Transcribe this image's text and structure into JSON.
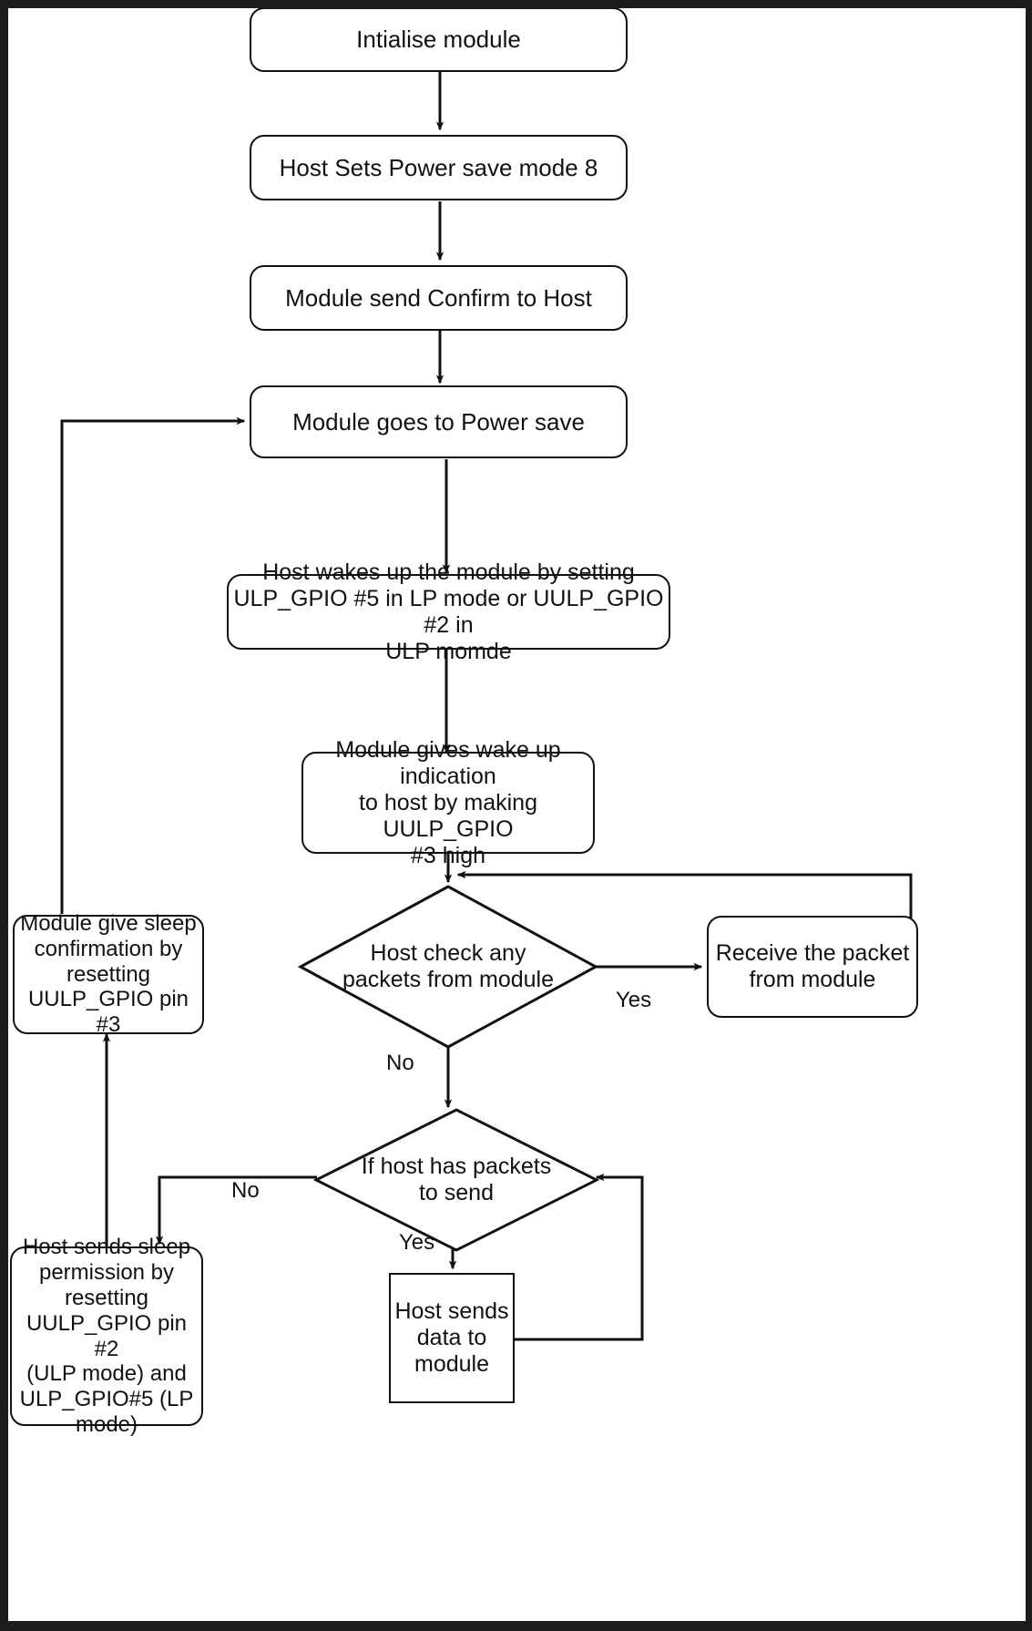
{
  "figure": {
    "type": "flowchart",
    "title": "Host power-save handshake flowchart",
    "background": "#ffffff",
    "stroke_color": "#111111",
    "frame_color": "#1d1d1d"
  },
  "nodes": {
    "initialise_module": {
      "label": "Intialise module",
      "shape": "rounded-rectangle"
    },
    "host_sets_power_save": {
      "label": "Host Sets Power save mode 8",
      "shape": "rounded-rectangle"
    },
    "module_send_confirm": {
      "label": "Module send Confirm to Host",
      "shape": "rounded-rectangle"
    },
    "module_goes_power_save": {
      "label": "Module goes to Power save",
      "shape": "rounded-rectangle"
    },
    "host_wakes_module": {
      "label": "Host wakes up the module by setting\nULP_GPIO #5 in LP mode or UULP_GPIO #2 in\nULP momde",
      "shape": "rounded-rectangle"
    },
    "module_wake_indication": {
      "label": "Module gives wake up indication\nto host by making UULP_GPIO\n#3 high",
      "shape": "rounded-rectangle"
    },
    "decision_host_check_packets": {
      "label": "Host check any\npackets from module",
      "shape": "diamond"
    },
    "receive_packet": {
      "label": "Receive the packet\nfrom module",
      "shape": "rounded-rectangle"
    },
    "decision_host_has_packets": {
      "label": "If host has packets\nto send",
      "shape": "diamond"
    },
    "host_sends_data": {
      "label": "Host sends\ndata to\nmodule",
      "shape": "rectangle"
    },
    "module_sleep_confirmation": {
      "label": "Module give sleep\nconfirmation by\nresetting\nUULP_GPIO pin #3",
      "shape": "rounded-rectangle"
    },
    "host_sends_sleep_permission": {
      "label": "Host sends sleep\npermission by\nresetting\nUULP_GPIO pin #2\n(ULP mode) and\nULP_GPIO#5 (LP\nmode)",
      "shape": "rounded-rectangle"
    }
  },
  "edge_labels": {
    "check_packets_yes": "Yes",
    "check_packets_no": "No",
    "has_packets_no": "No",
    "has_packets_yes": "Yes"
  },
  "edges": [
    {
      "from": "initialise_module",
      "to": "host_sets_power_save",
      "label": ""
    },
    {
      "from": "host_sets_power_save",
      "to": "module_send_confirm",
      "label": ""
    },
    {
      "from": "module_send_confirm",
      "to": "module_goes_power_save",
      "label": ""
    },
    {
      "from": "module_goes_power_save",
      "to": "host_wakes_module",
      "label": ""
    },
    {
      "from": "host_wakes_module",
      "to": "module_wake_indication",
      "label": ""
    },
    {
      "from": "module_wake_indication",
      "to": "decision_host_check_packets",
      "label": ""
    },
    {
      "from": "decision_host_check_packets",
      "to": "receive_packet",
      "label": "Yes"
    },
    {
      "from": "receive_packet",
      "to": "decision_host_check_packets",
      "label": ""
    },
    {
      "from": "decision_host_check_packets",
      "to": "decision_host_has_packets",
      "label": "No"
    },
    {
      "from": "decision_host_has_packets",
      "to": "host_sends_sleep_permission",
      "label": "No"
    },
    {
      "from": "decision_host_has_packets",
      "to": "host_sends_data",
      "label": "Yes"
    },
    {
      "from": "host_sends_data",
      "to": "decision_host_has_packets",
      "label": ""
    },
    {
      "from": "host_sends_sleep_permission",
      "to": "module_sleep_confirmation",
      "label": ""
    },
    {
      "from": "module_sleep_confirmation",
      "to": "module_goes_power_save",
      "label": ""
    }
  ]
}
